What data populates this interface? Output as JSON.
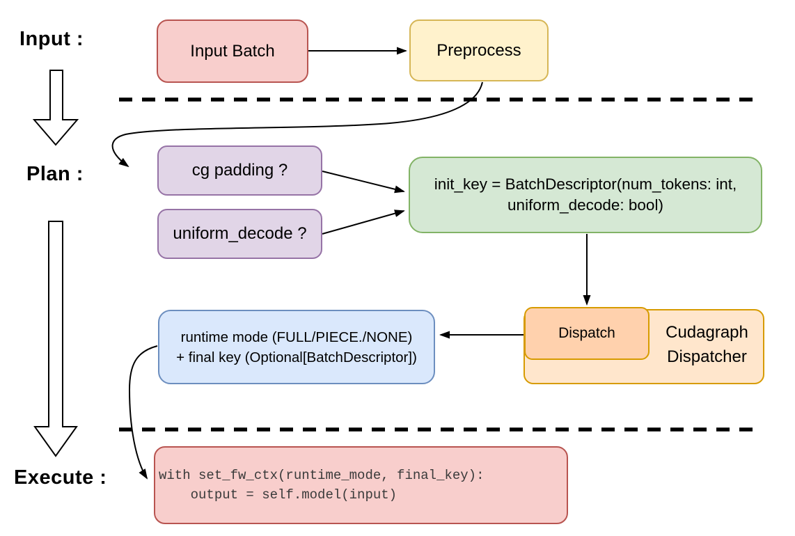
{
  "diagram": {
    "stages": {
      "input_label": "Input :",
      "plan_label": "Plan :",
      "execute_label": "Execute :"
    },
    "nodes": {
      "input_batch": {
        "label": "Input Batch",
        "fill": "#f8cecc",
        "stroke": "#b85450"
      },
      "preprocess": {
        "label": "Preprocess",
        "fill": "#fff2cc",
        "stroke": "#d6b656"
      },
      "cg_padding": {
        "label": "cg padding ?",
        "fill": "#e1d5e7",
        "stroke": "#9673a6"
      },
      "uniform_decode": {
        "label": "uniform_decode ?",
        "fill": "#e1d5e7",
        "stroke": "#9673a6"
      },
      "init_key": {
        "line1": "init_key = BatchDescriptor(num_tokens: int,",
        "line2": "uniform_decode: bool)",
        "fill": "#d5e8d4",
        "stroke": "#82b366"
      },
      "dispatch": {
        "label": "Dispatch",
        "fill": "#ffd1ad",
        "stroke": "#d79b00"
      },
      "cudagraph_dispatcher": {
        "line1": "Cudagraph",
        "line2": "Dispatcher",
        "fill": "#ffe6cc",
        "stroke": "#d79b00"
      },
      "runtime_mode": {
        "line1": "runtime mode (FULL/PIECE./NONE)",
        "line2": "+ final key (Optional[BatchDescriptor])",
        "fill": "#dae8fc",
        "stroke": "#6c8ebf"
      },
      "execute_code": {
        "line1": "with set_fw_ctx(runtime_mode, final_key):",
        "line2": "    output = self.model(input)",
        "fill": "#f8cecc",
        "stroke": "#b85450"
      }
    }
  }
}
